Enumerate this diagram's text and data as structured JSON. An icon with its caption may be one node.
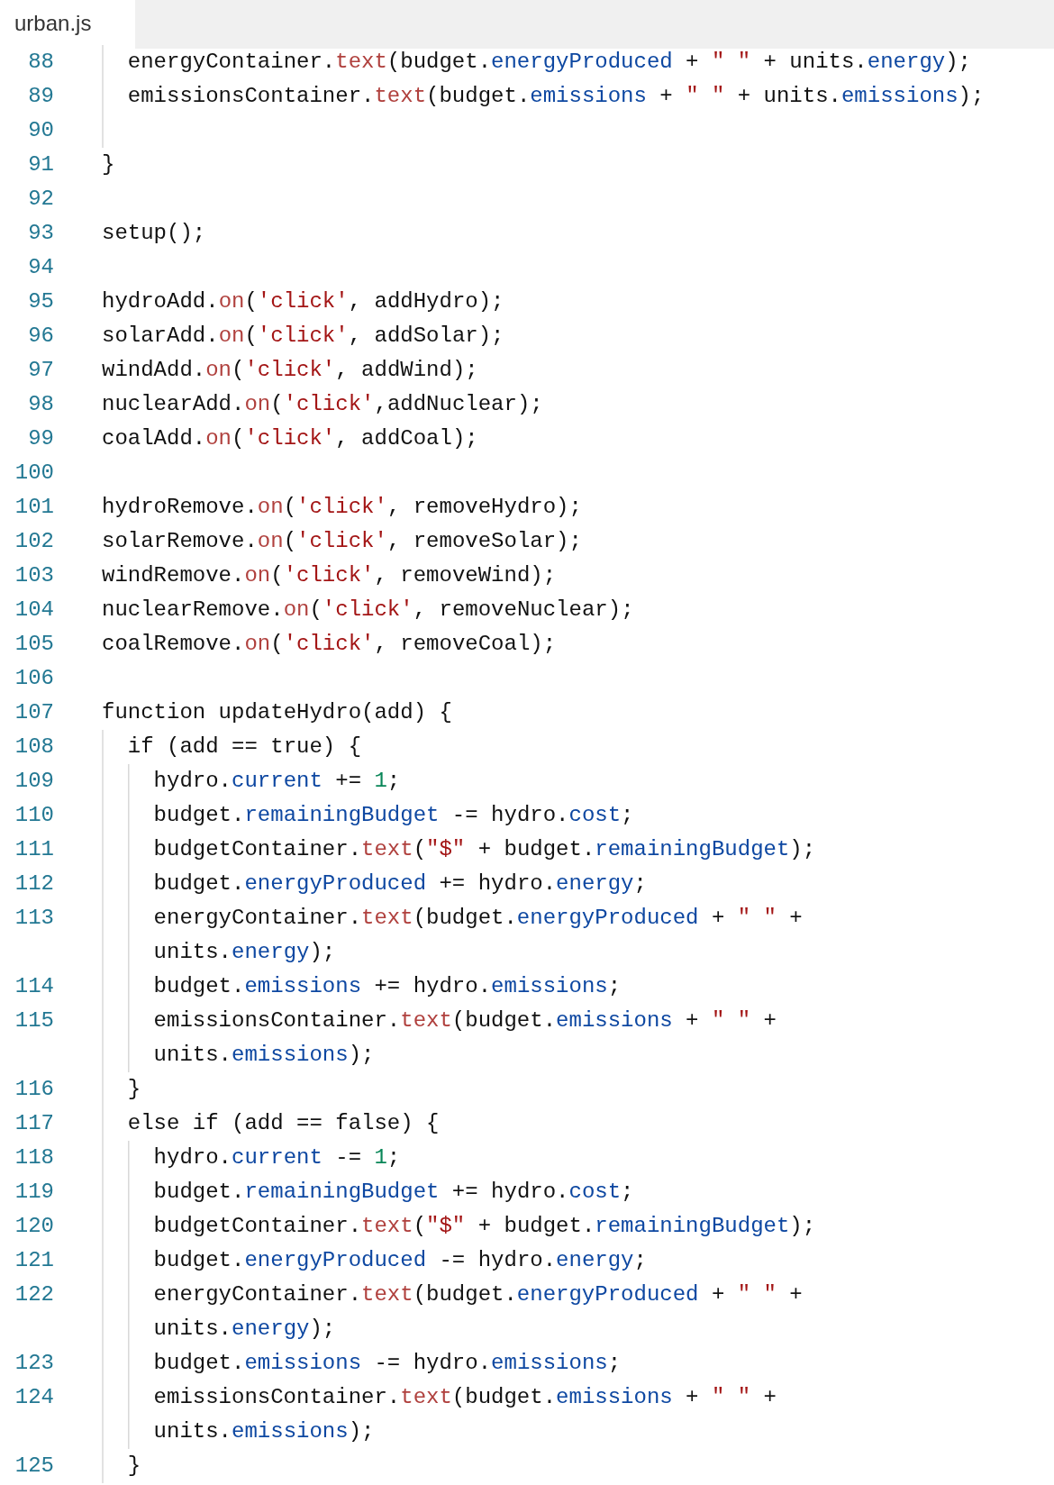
{
  "diagram": {
    "labels": [
      "urban.js",
      "88",
      "energyContainer.text(budget.energyProduced + \" \" + units.energy);",
      "89",
      "emissionsContainer.text(budget.emissions + \" \" + units.emissions);",
      "90",
      "91",
      "}",
      "92",
      "93",
      "setup();",
      "94",
      "95",
      "hydroAdd.on('click', addHydro);",
      "96",
      "solarAdd.on('click', addSolar);",
      "97",
      "windAdd.on('click', addWind);",
      "98",
      "nuclearAdd.on('click',addNuclear);",
      "99",
      "coalAdd.on('click', addCoal);",
      "100",
      "101",
      "hydroRemove.on('click', removeHydro);",
      "102",
      "solarRemove.on('click', removeSolar);",
      "103",
      "windRemove.on('click', removeWind);",
      "104",
      "nuclearRemove.on('click', removeNuclear);",
      "105",
      "coalRemove.on('click', removeCoal);",
      "106",
      "107",
      "function updateHydro(add) {",
      "108",
      "if (add == true) {",
      "109",
      "hydro.current += 1;",
      "110",
      "budget.remainingBudget -= hydro.cost;",
      "111",
      "budgetContainer.text(\"$\" + budget.remainingBudget);",
      "112",
      "budget.energyProduced += hydro.energy;",
      "113",
      "energyContainer.text(budget.energyProduced + \" \" + units.energy);",
      "114",
      "budget.emissions += hydro.emissions;",
      "115",
      "emissionsContainer.text(budget.emissions + \" \" + units.emissions);",
      "116",
      "}",
      "117",
      "else if (add == false) {",
      "118",
      "hydro.current -= 1;",
      "119",
      "budget.remainingBudget += hydro.cost;",
      "120",
      "budgetContainer.text(\"$\" + budget.remainingBudget);",
      "121",
      "budget.energyProduced -= hydro.energy;",
      "122",
      "energyContainer.text(budget.energyProduced + \" \" + units.energy);",
      "123",
      "budget.emissions -= hydro.emissions;",
      "124",
      "emissionsContainer.text(budget.emissions + \" \" + units.emissions);",
      "125",
      "}"
    ]
  }
}
